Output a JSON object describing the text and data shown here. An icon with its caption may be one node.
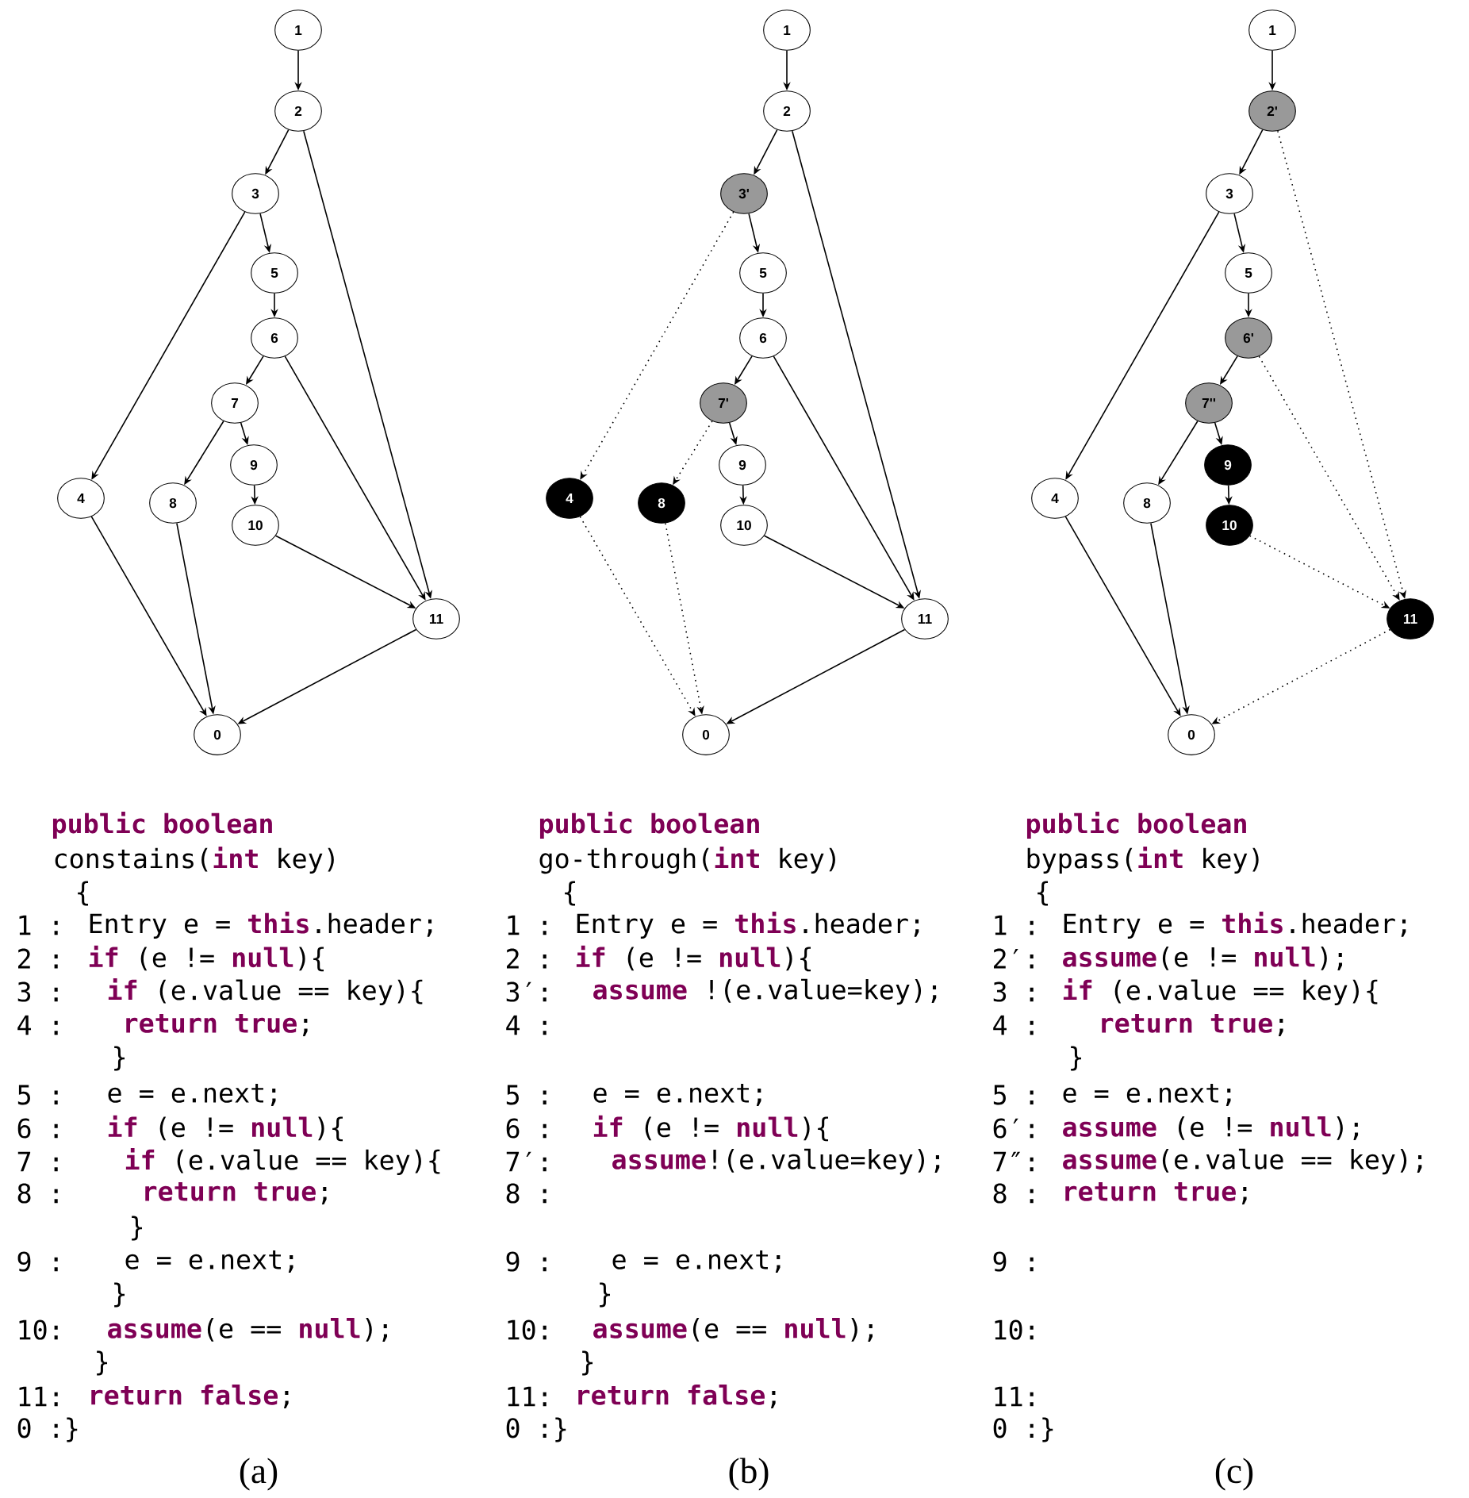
{
  "diagram": {
    "nodes": [
      {
        "text": [
          "1"
        ]
      },
      {
        "text": [
          "2"
        ]
      },
      {
        "text": [
          "3"
        ]
      },
      {
        "text": [
          "5"
        ]
      },
      {
        "text": [
          "6"
        ]
      },
      {
        "text": [
          "7"
        ]
      },
      {
        "text": [
          "9"
        ]
      },
      {
        "text": [
          "4"
        ]
      },
      {
        "text": [
          "8"
        ]
      },
      {
        "text": [
          "10"
        ]
      },
      {
        "text": [
          "11"
        ]
      },
      {
        "text": [
          "0"
        ]
      },
      {
        "text": [
          "1"
        ]
      },
      {
        "text": [
          "2"
        ]
      },
      {
        "text": [
          "3'"
        ]
      },
      {
        "text": [
          "5"
        ]
      },
      {
        "text": [
          "6"
        ]
      },
      {
        "text": [
          "7'"
        ]
      },
      {
        "text": [
          "9"
        ]
      },
      {
        "text": [
          "4"
        ]
      },
      {
        "text": [
          "8"
        ]
      },
      {
        "text": [
          "10"
        ]
      },
      {
        "text": [
          "11"
        ]
      },
      {
        "text": [
          "0"
        ]
      },
      {
        "text": [
          "1"
        ]
      },
      {
        "text": [
          "2'"
        ]
      },
      {
        "text": [
          "3"
        ]
      },
      {
        "text": [
          "5"
        ]
      },
      {
        "text": [
          "6'"
        ]
      },
      {
        "text": [
          "7''"
        ]
      },
      {
        "text": [
          "9"
        ]
      },
      {
        "text": [
          "4"
        ]
      },
      {
        "text": [
          "8"
        ]
      },
      {
        "text": [
          "10"
        ]
      },
      {
        "text": [
          "11"
        ]
      },
      {
        "text": [
          "0"
        ]
      }
    ],
    "edges": [
      {
        "from": 0,
        "to": 1,
        "arrow": "to"
      },
      {
        "from": 1,
        "to": 2,
        "arrow": "to"
      },
      {
        "from": 1,
        "to": 10,
        "arrow": "to"
      },
      {
        "from": 2,
        "to": 7,
        "arrow": "to"
      },
      {
        "from": 2,
        "to": 3,
        "arrow": "to"
      },
      {
        "from": 3,
        "to": 4,
        "arrow": "to"
      },
      {
        "from": 4,
        "to": 5,
        "arrow": "to"
      },
      {
        "from": 4,
        "to": 10,
        "arrow": "to"
      },
      {
        "from": 5,
        "to": 8,
        "arrow": "to"
      },
      {
        "from": 5,
        "to": 6,
        "arrow": "to"
      },
      {
        "from": 6,
        "to": 9,
        "arrow": "to"
      },
      {
        "from": 9,
        "to": 10,
        "arrow": "to"
      },
      {
        "from": 7,
        "to": 11,
        "arrow": "to"
      },
      {
        "from": 8,
        "to": 11,
        "arrow": "to"
      },
      {
        "from": 10,
        "to": 11,
        "arrow": "to"
      },
      {
        "from": 12,
        "to": 13,
        "arrow": "to"
      },
      {
        "from": 13,
        "to": 14,
        "arrow": "to"
      },
      {
        "from": 13,
        "to": 22,
        "arrow": "to"
      },
      {
        "from": 14,
        "to": 19,
        "arrow": "to",
        "style": "dashed"
      },
      {
        "from": 14,
        "to": 15,
        "arrow": "to"
      },
      {
        "from": 15,
        "to": 16,
        "arrow": "to"
      },
      {
        "from": 16,
        "to": 17,
        "arrow": "to"
      },
      {
        "from": 16,
        "to": 22,
        "arrow": "to"
      },
      {
        "from": 17,
        "to": 20,
        "arrow": "to",
        "style": "dashed"
      },
      {
        "from": 17,
        "to": 18,
        "arrow": "to"
      },
      {
        "from": 18,
        "to": 21,
        "arrow": "to"
      },
      {
        "from": 21,
        "to": 22,
        "arrow": "to"
      },
      {
        "from": 19,
        "to": 23,
        "arrow": "to",
        "style": "dashed"
      },
      {
        "from": 20,
        "to": 23,
        "arrow": "to",
        "style": "dashed"
      },
      {
        "from": 22,
        "to": 23,
        "arrow": "to"
      },
      {
        "from": 24,
        "to": 25,
        "arrow": "to"
      },
      {
        "from": 25,
        "to": 26,
        "arrow": "to"
      },
      {
        "from": 25,
        "to": 34,
        "arrow": "to",
        "style": "dashed"
      },
      {
        "from": 26,
        "to": 31,
        "arrow": "to"
      },
      {
        "from": 26,
        "to": 27,
        "arrow": "to"
      },
      {
        "from": 27,
        "to": 28,
        "arrow": "to"
      },
      {
        "from": 28,
        "to": 29,
        "arrow": "to"
      },
      {
        "from": 28,
        "to": 34,
        "arrow": "to",
        "style": "dashed"
      },
      {
        "from": 29,
        "to": 32,
        "arrow": "to"
      },
      {
        "from": 29,
        "to": 30,
        "arrow": "to"
      },
      {
        "from": 30,
        "to": 33,
        "arrow": "to"
      },
      {
        "from": 33,
        "to": 34,
        "arrow": "to",
        "style": "dashed"
      },
      {
        "from": 31,
        "to": 35,
        "arrow": "to"
      },
      {
        "from": 32,
        "to": 35,
        "arrow": "to"
      },
      {
        "from": 34,
        "to": 35,
        "arrow": "to",
        "style": "dashed"
      }
    ],
    "labels": [
      "public boolean",
      "constains(**int** key)",
      "{",
      "1 :",
      "Entry e = **this**.header;",
      "2 :",
      "**if** (e != **null**){",
      "3 :",
      "**if** (e.value == key){",
      "4 :",
      "**return true**;",
      "}",
      "5 :",
      "e = e.next;",
      "6 :",
      "**if** (e != **null**){",
      "7 :",
      "**if** (e.value == key){",
      "8 :",
      "**return true**;",
      "}",
      "9 :",
      "e = e.next;",
      "}",
      "10:",
      "**assume**(e == **null**);",
      "}",
      "11:",
      "**return false**;",
      "0 :}",
      "public boolean",
      "go-through(**int** key)",
      "{",
      "1 :",
      "Entry e = **this**.header;",
      "2 :",
      "**if** (e != **null**){",
      "3′:",
      "**assume** !(e.value=key);",
      "4 :",
      "5 :",
      "e = e.next;",
      "6 :",
      "**if** (e != **null**){",
      "7′:",
      "**assume**!(e.value=key);",
      "8 :",
      "9 :",
      "e = e.next;",
      "}",
      "10:",
      "**assume**(e == **null**);",
      "}",
      "11:",
      "**return false**;",
      "0 :}",
      "public boolean",
      "bypass(**int** key)",
      "{",
      "1 :",
      "Entry e = **this**.header;",
      "2′:",
      "**assume**(e != **null**);",
      "3 :",
      "**if** (e.value == key){",
      "4 :",
      "**return true**;",
      "}",
      "5 :",
      "e = e.next;",
      "6′:",
      "**assume** (e != **null**);",
      "7″:",
      "**assume**(e.value == key);",
      "8 :",
      "**return true**;",
      "9 :",
      "10:",
      "11:",
      "0 :}",
      "(a)",
      "(b)",
      "(c)"
    ]
  }
}
